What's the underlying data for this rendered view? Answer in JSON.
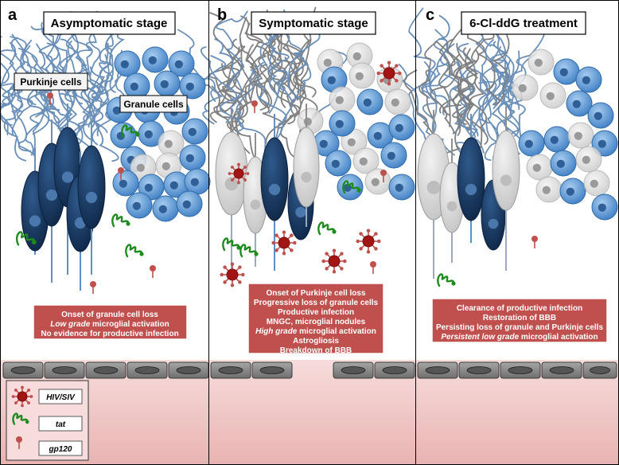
{
  "colors": {
    "neuron_dark": "#1d3e66",
    "neuron_light": "#d9d9d9",
    "granule_blue": "#5b9bd5",
    "granule_grey": "#d9d9d9",
    "virus_red": "#c00000",
    "tat_green": "#1f8b1f",
    "gp120_red": "#c0504d",
    "note_box": "#c0504d",
    "vessel_bg": "#f2d6d5",
    "endothelial": "#808080"
  },
  "panels": [
    {
      "letter": "a",
      "title": "Asymptomatic stage",
      "notes": [
        {
          "text": "Onset of granule cell loss",
          "italic_prefix": ""
        },
        {
          "text": " microglial activation",
          "italic_prefix": "Low grade"
        },
        {
          "text": "No evidence for productive infection",
          "italic_prefix": ""
        }
      ]
    },
    {
      "letter": "b",
      "title": "Symptomatic stage",
      "notes": [
        {
          "text": "Onset of Purkinje cell loss",
          "italic_prefix": ""
        },
        {
          "text": "Progressive loss of granule cells",
          "italic_prefix": ""
        },
        {
          "text": "Productive infection",
          "italic_prefix": ""
        },
        {
          "text": "MNGC, microglial nodules",
          "italic_prefix": ""
        },
        {
          "text": " microglial activation",
          "italic_prefix": "High grade"
        },
        {
          "text": "Astrogliosis",
          "italic_prefix": ""
        },
        {
          "text": "Breakdown of BBB",
          "italic_prefix": ""
        }
      ]
    },
    {
      "letter": "c",
      "title": "6-Cl-ddG treatment",
      "notes": [
        {
          "text": "Clearance of productive infection",
          "italic_prefix": ""
        },
        {
          "text": "Restoration of BBB",
          "italic_prefix": ""
        },
        {
          "text": "Persisting loss of granule and Purkinje cells",
          "italic_prefix": ""
        },
        {
          "text": " microglial activation",
          "italic_prefix": "Persistent low grade"
        }
      ]
    }
  ],
  "labels": {
    "purkinje": "Purkinje cells",
    "granule": "Granule cells"
  },
  "legend": {
    "virus": "HIV/SIV",
    "tat": "tat",
    "gp120": "gp120"
  }
}
